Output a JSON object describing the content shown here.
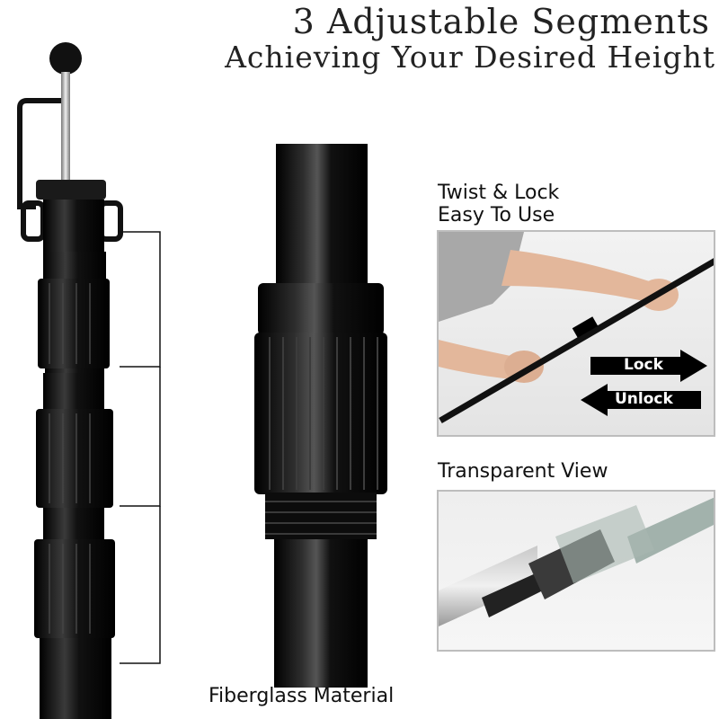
{
  "heading": {
    "line1": "3 Adjustable Segments",
    "line2": "Achieving Your Desired Height"
  },
  "features": {
    "twist_line1": "Twist & Lock",
    "twist_line2": "Easy To Use",
    "transparent_view": "Transparent View",
    "material": "Fiberglass Material"
  },
  "arrows": {
    "lock": "Lock",
    "unlock": "Unlock"
  },
  "colors": {
    "pole": "#111111",
    "arrow_fill": "#000000",
    "frame": "#bdbdbd"
  }
}
